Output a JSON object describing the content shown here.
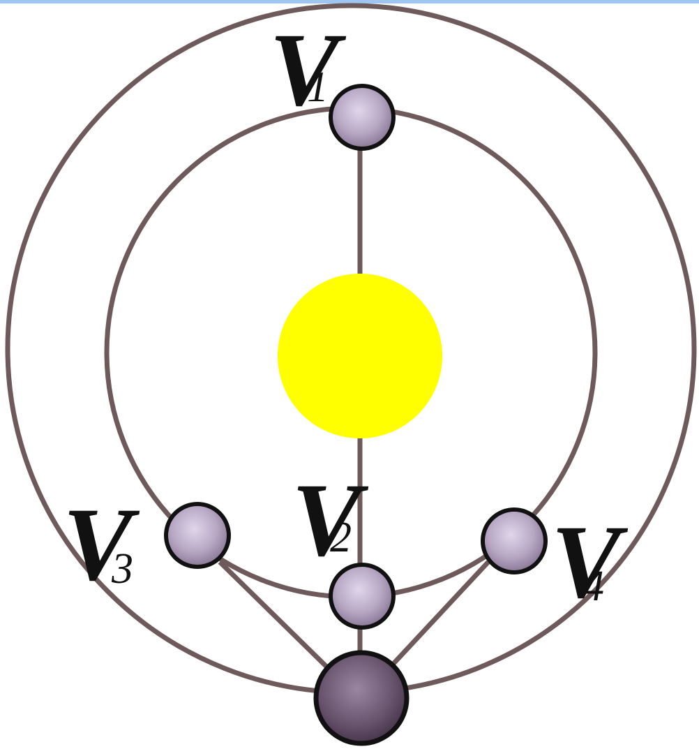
{
  "colors": {
    "orbit": "#6e5a5a",
    "sun": "#ffff00",
    "planet_fill": "#b7a7c4",
    "planet_outline": "#111111",
    "earth_fill": "#6a556f",
    "top_bar": "#9ec6f0"
  },
  "labels": {
    "v1": {
      "main": "V",
      "sub": "1"
    },
    "v2": {
      "main": "V",
      "sub": "2"
    },
    "v3": {
      "main": "V",
      "sub": "3"
    },
    "v4": {
      "main": "V",
      "sub": "4"
    }
  }
}
